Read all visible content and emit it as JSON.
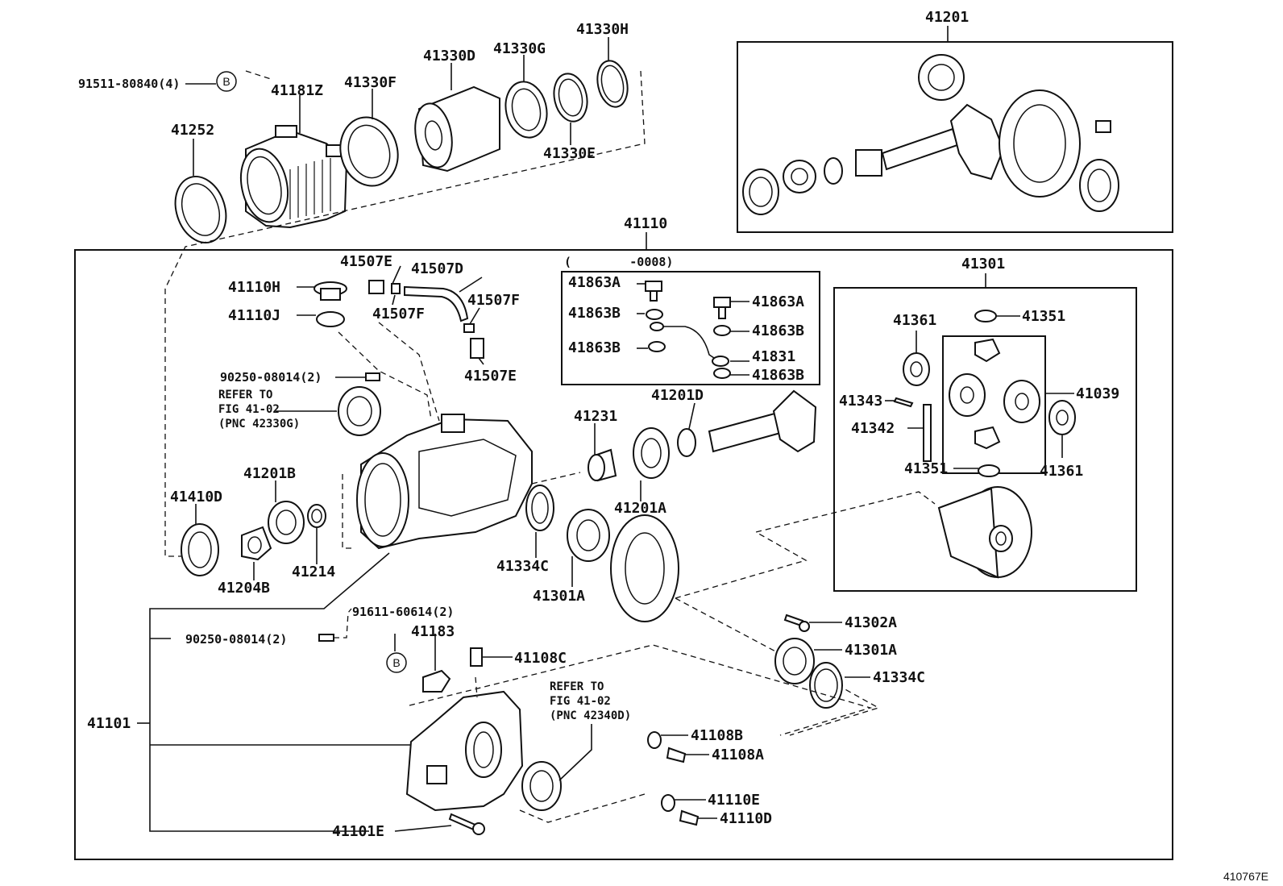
{
  "figure_id": "410767E",
  "assembly_labels": {
    "a41201": "41201",
    "a41110": "41110",
    "a41301": "41301",
    "a41039": "41039",
    "a41101": "41101"
  },
  "serial_note": "(        -0008)",
  "notes": {
    "refer1_line1": "REFER TO",
    "refer1_line2": "FIG 41-02",
    "refer1_line3": "(PNC 42330G)",
    "refer2_line1": "REFER TO",
    "refer2_line2": "FIG 41-02",
    "refer2_line3": "(PNC 42340D)"
  },
  "circle_marks": {
    "b1": "B",
    "b2": "B"
  },
  "parts": {
    "p91511": "91511-80840(4)",
    "p41181Z": "41181Z",
    "p41252": "41252",
    "p41330F": "41330F",
    "p41330D": "41330D",
    "p41330G": "41330G",
    "p41330H": "41330H",
    "p41330E": "41330E",
    "p41507E_a": "41507E",
    "p41507D": "41507D",
    "p41110H": "41110H",
    "p41110J": "41110J",
    "p41507F_a": "41507F",
    "p41507F_b": "41507F",
    "p41507E_b": "41507E",
    "p90250_a": "90250-08014(2)",
    "p41201B": "41201B",
    "p41410D": "41410D",
    "p41204B": "41204B",
    "p41214": "41214",
    "p41863A_a": "41863A",
    "p41863A_b": "41863A",
    "p41863B_a": "41863B",
    "p41863B_b": "41863B",
    "p41863B_c": "41863B",
    "p41863B_d": "41863B",
    "p41831": "41831",
    "p41201D": "41201D",
    "p41231": "41231",
    "p41201A": "41201A",
    "p41334C_a": "41334C",
    "p41301A_a": "41301A",
    "p41361_a": "41361",
    "p41351_a": "41351",
    "p41343": "41343",
    "p41342": "41342",
    "p41351_b": "41351",
    "p41361_b": "41361",
    "p91611": "91611-60614(2)",
    "p41183": "41183",
    "p41108C": "41108C",
    "p90250_b": "90250-08014(2)",
    "p41302A": "41302A",
    "p41301A_b": "41301A",
    "p41334C_b": "41334C",
    "p41108B": "41108B",
    "p41108A": "41108A",
    "p41110E": "41110E",
    "p41110D": "41110D",
    "p41101E": "41101E"
  }
}
